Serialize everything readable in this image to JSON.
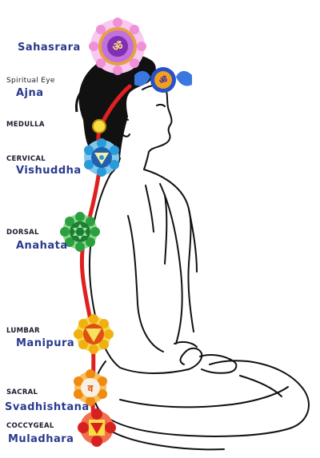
{
  "labels": {
    "sahasrara": "Sahasrara",
    "spiritual_eye": "Spiritual Eye",
    "ajna": "Ajna",
    "medulla": "MEDULLA",
    "cervical": "CERVICAL",
    "vishuddha": "Vishuddha",
    "dorsal": "DORSAL",
    "anahata": "Anahata",
    "lumbar": "LUMBAR",
    "manipura": "Manipura",
    "sacral": "SACRAL",
    "svadhishtana": "Svadhishtana",
    "coccygeal": "COCCYGEAL",
    "muladhara": "Muladhara"
  },
  "colors": {
    "spine": "#e02020",
    "label_blue": "#2a3a8c",
    "sahasrara": "#b060d0",
    "ajna": "#2850c8",
    "medulla": "#f0d020",
    "vishuddha": "#2a9ad8",
    "anahata": "#2aa040",
    "manipura": "#f0b010",
    "svadhishtana": "#f08a10",
    "muladhara": "#d82020"
  },
  "icons": {
    "sahasrara": "lotus-om-icon",
    "ajna": "third-eye-om-icon",
    "vishuddha": "throat-chakra-icon",
    "anahata": "heart-chakra-icon",
    "manipura": "solar-plexus-chakra-icon",
    "svadhishtana": "sacral-chakra-icon",
    "muladhara": "root-chakra-icon"
  }
}
